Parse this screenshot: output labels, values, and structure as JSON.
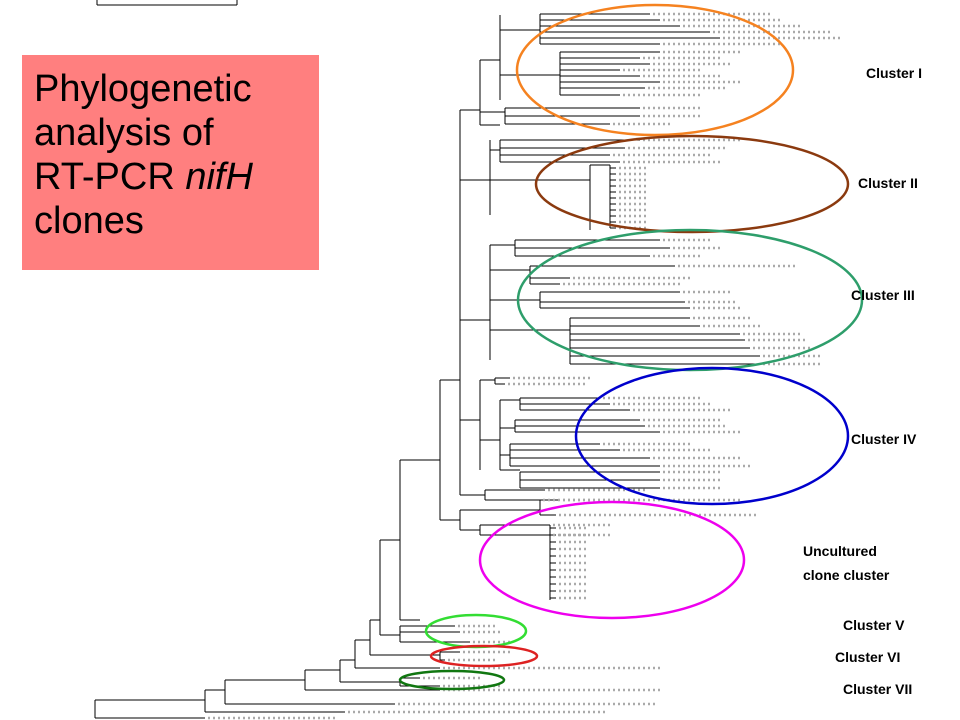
{
  "title": {
    "line1": "Phylogenetic",
    "line2": "analysis of",
    "line3_prefix": "RT-PCR ",
    "line3_gene": "nifH",
    "line4": "clones"
  },
  "clusters": [
    {
      "label": "Cluster I",
      "color": "#f58220"
    },
    {
      "label": "Cluster II",
      "color": "#8b3a0f"
    },
    {
      "label": "Cluster III",
      "color": "#2e9e6b"
    },
    {
      "label": "Cluster IV",
      "color": "#0000cc"
    },
    {
      "label": "Uncultured",
      "label2": "clone cluster",
      "color": "#ee00ee"
    },
    {
      "label": "Cluster V",
      "color": "#33dd33"
    },
    {
      "label": "Cluster VI",
      "color": "#dd2222"
    },
    {
      "label": "Cluster VII",
      "color": "#117711"
    }
  ],
  "colors": {
    "title_box": "#ff7f7f",
    "tree_lines": "#000000",
    "leaf_text": "#aaaaaa"
  }
}
